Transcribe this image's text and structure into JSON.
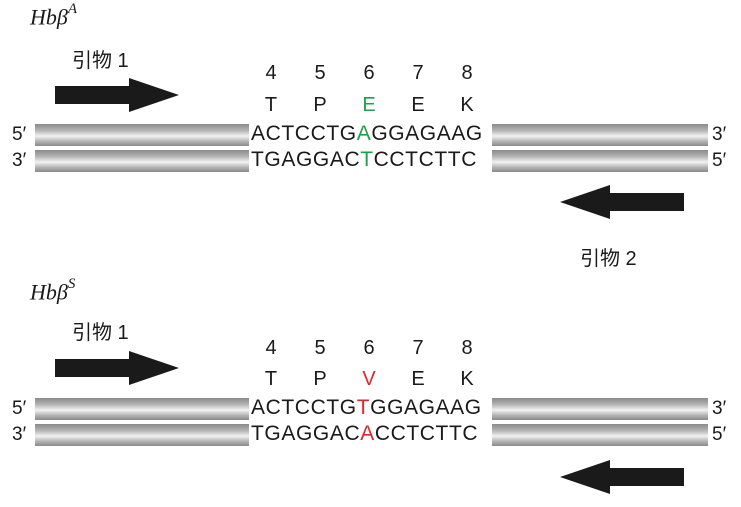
{
  "panels": [
    {
      "gene": "Hbβ",
      "gene_sup": "A",
      "primer1_label": "引物 1",
      "primer2_label": "引物 2",
      "codon_numbers": [
        "4",
        "5",
        "6",
        "7",
        "8"
      ],
      "amino_acids": [
        "T",
        "P",
        "E",
        "E",
        "K"
      ],
      "top_strand": {
        "pre": "ACTCCTG",
        "mut": "A",
        "post": "GGAGAAG"
      },
      "bottom_strand": {
        "pre": "TGAGGAC",
        "mut": "T",
        "post": "CCTCTTC"
      },
      "ends": {
        "top_left": "5′",
        "top_right": "3′",
        "bottom_left": "3′",
        "bottom_right": "5′"
      },
      "highlight_color": "#1aa34a"
    },
    {
      "gene": "Hbβ",
      "gene_sup": "S",
      "primer1_label": "引物 1",
      "codon_numbers": [
        "4",
        "5",
        "6",
        "7",
        "8"
      ],
      "amino_acids": [
        "T",
        "P",
        "V",
        "E",
        "K"
      ],
      "top_strand": {
        "pre": "ACTCCTG",
        "mut": "T",
        "post": "GGAGAAG"
      },
      "bottom_strand": {
        "pre": "TGAGGAC",
        "mut": "A",
        "post": "CCTCTTC"
      },
      "ends": {
        "top_left": "5′",
        "top_right": "3′",
        "bottom_left": "3′",
        "bottom_right": "5′"
      },
      "highlight_color": "#e0262b"
    }
  ]
}
